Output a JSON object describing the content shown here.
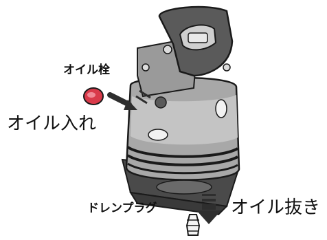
{
  "labels": {
    "oil_plug": "オイル栓",
    "oil_fill": "オイル入れ",
    "drain_plug": "ドレンプラグ",
    "oil_drain": "オイル抜き"
  },
  "colors": {
    "outline": "#1a1a1a",
    "body_light": "#bdbdbd",
    "body_mid": "#9e9e9e",
    "head_dark": "#5a5a5a",
    "base_dark": "#4a4a4a",
    "plug_red": "#d93a4a",
    "arrow": "#2e2e2e"
  },
  "icons": {
    "oil_plug_icon": "red-cap",
    "drain_plug_icon": "drain-plug",
    "drain_arrow": "down-arrow"
  }
}
